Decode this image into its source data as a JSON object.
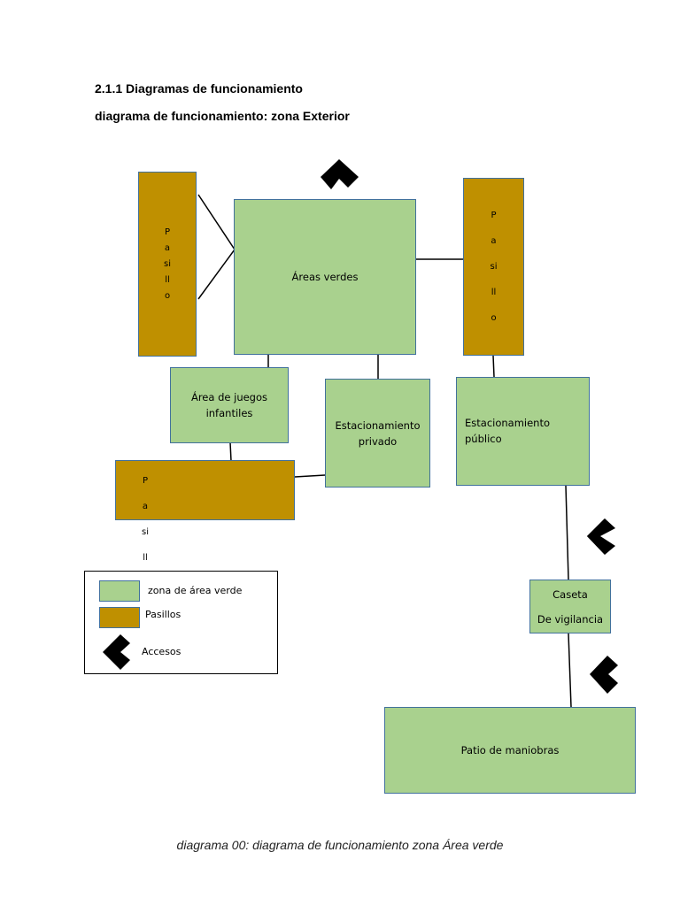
{
  "headings": {
    "section": "2.1.1 Diagramas de funcionamiento",
    "subtitle": "diagrama de funcionamiento: zona Exterior"
  },
  "nodes": {
    "areas_verdes": "Áreas verdes",
    "juegos": "Área de juegos infantiles",
    "est_privado": "Estacionamiento privado",
    "est_publico": "Estacionamiento público",
    "caseta_1": "Caseta",
    "caseta_2": "De vigilancia",
    "patio": "Patio de maniobras",
    "pasillo_left": "Pasillo",
    "pasillo_right": "Pasillo",
    "pasillo_bottom": "Pasillo"
  },
  "legend": {
    "green": "zona de área verde",
    "gold": "Pasillos",
    "access": "Accesos"
  },
  "caption": "diagrama 00: diagrama de funcionamiento zona Área verde",
  "colors": {
    "green_zone": "#a9d18e",
    "corridor": "#bf9000",
    "border": "#41719c",
    "access_marker": "#000000"
  },
  "icons": {
    "access": "chevron-access-icon"
  }
}
